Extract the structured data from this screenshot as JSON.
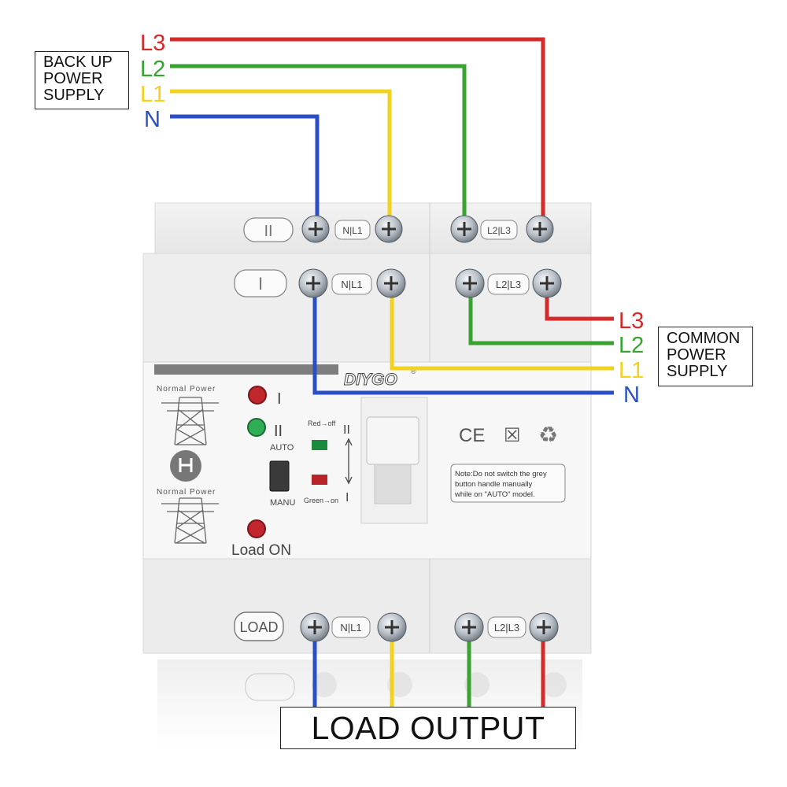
{
  "backup_supply": {
    "lines": [
      "BACK UP",
      "POWER",
      "SUPPLY"
    ],
    "wire_labels": [
      "L3",
      "L2",
      "L1",
      "N"
    ]
  },
  "common_supply": {
    "lines": [
      "COMMON",
      "POWER",
      "SUPPLY"
    ],
    "wire_labels": [
      "L3",
      "L2",
      "L1",
      "N"
    ]
  },
  "load_output": "LOAD OUTPUT",
  "device": {
    "brand": "DIYGO",
    "brand_mark": "®",
    "row_top_symbol": "II",
    "row_mid_symbol": "I",
    "row_bottom_label": "LOAD",
    "left_terminal_label": "N|L1",
    "right_terminal_label": "L2|L3",
    "left_panel": {
      "normal_power_1": "Normal Power",
      "normal_power_2": "Normal Power",
      "load_on": "Load ON"
    },
    "indicators": {
      "i_label": "I",
      "ii_label": "II",
      "auto": "AUTO",
      "manu": "MANU",
      "red_off": "Red→off",
      "green_on": "Green→on",
      "pos_ii": "II",
      "pos_i": "I"
    },
    "certs": [
      "CE",
      "☒",
      "♻"
    ],
    "note": [
      "Note:Do not switch the grey",
      "button handle manually",
      "while on \"AUTO\" model."
    ]
  },
  "colors": {
    "L3": "#d42a2a",
    "L2": "#39a331",
    "L1": "#f2d21c",
    "N": "#2a4fc4"
  }
}
